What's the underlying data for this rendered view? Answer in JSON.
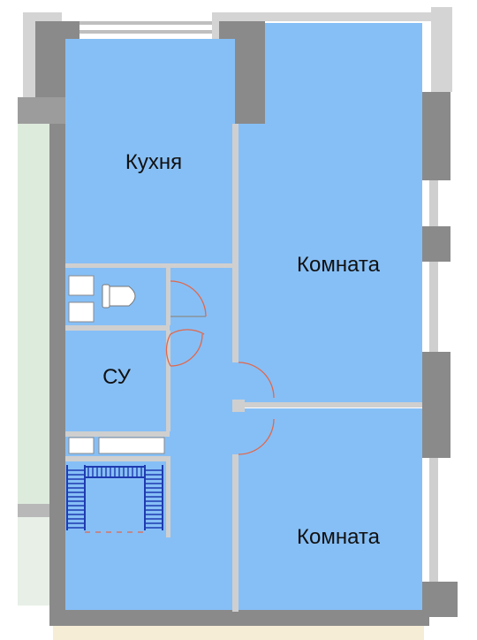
{
  "rooms": {
    "kitchen": {
      "label": "Кухня"
    },
    "room_top": {
      "label": "Комната"
    },
    "bathroom": {
      "label": "СУ"
    },
    "room_bottom": {
      "label": "Комната"
    }
  },
  "colors": {
    "room_fill": "#86BFF6",
    "room_fill_alt": "#80B8F0",
    "wall": "#8A8A8A",
    "wall_dark": "#6E6E6E",
    "wall_light": "#D4D4D4",
    "door_swing": "#E2674A",
    "closet_hatch": "#1E3BB0",
    "label": "#111111",
    "exterior_green": "#DDEBDD",
    "exterior_beige": "#F5EDD6"
  },
  "icons": {
    "toilet": "toilet-icon",
    "closet": "closet-rack-icon"
  }
}
